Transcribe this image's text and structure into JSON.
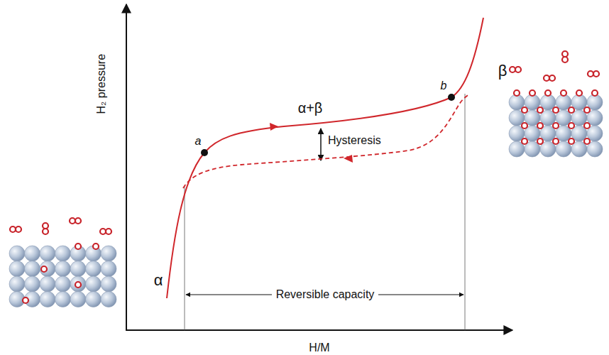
{
  "diagram": {
    "labels": [
      "H₂ pressure",
      "α",
      "α+β",
      "β",
      "a",
      "b",
      "Hysteresis",
      "Reversible capacity",
      "H/M"
    ]
  }
}
